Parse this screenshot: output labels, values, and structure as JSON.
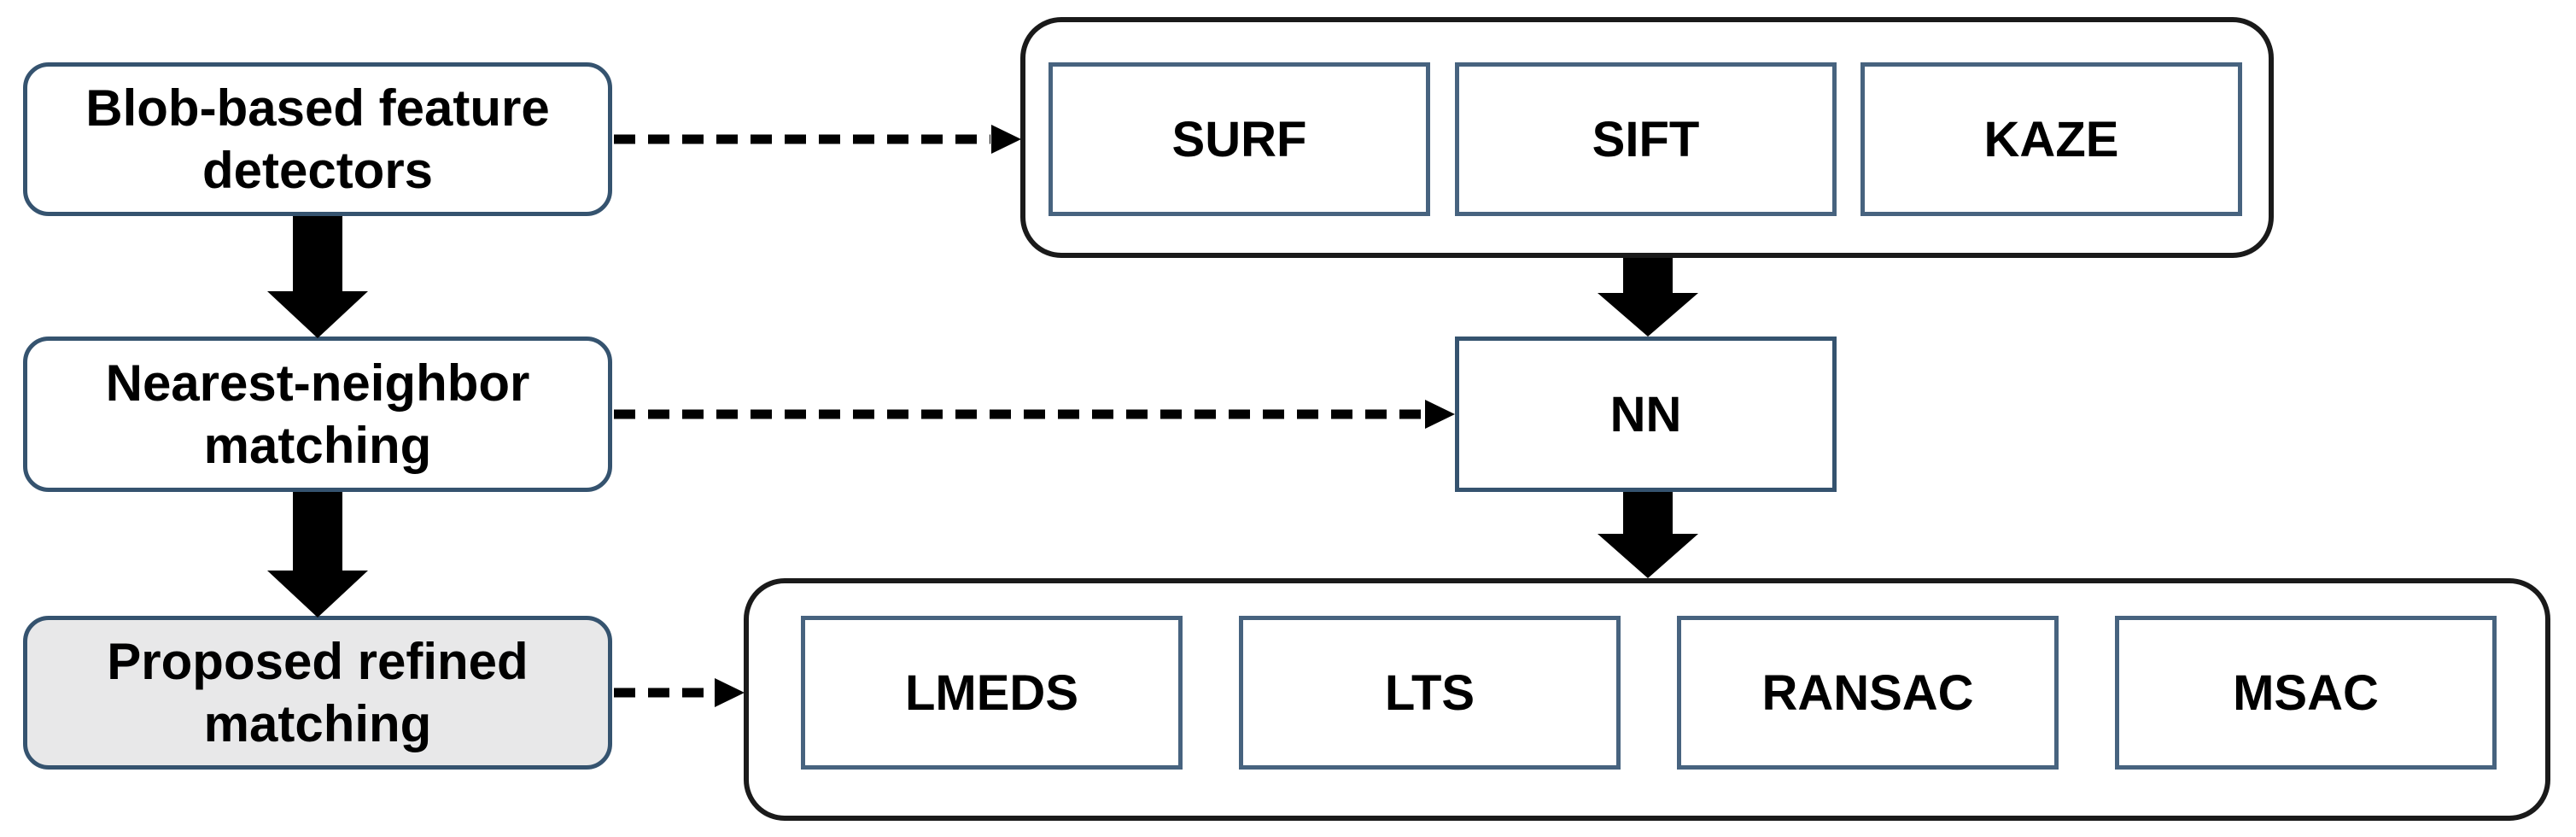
{
  "colors": {
    "background": "#ffffff",
    "box_fill": "#ffffff",
    "highlight_fill": "#e8e8e9",
    "stage_border": "#35536f",
    "algo_border": "#47637f",
    "group_border": "#1a1a1a",
    "arrow": "#000000",
    "text": "#000000"
  },
  "flow": {
    "stages": [
      {
        "label": "Blob-based feature\ndetectors",
        "highlighted": false
      },
      {
        "label": "Nearest-neighbor\nmatching",
        "highlighted": false
      },
      {
        "label": "Proposed refined\nmatching",
        "highlighted": true
      }
    ],
    "detector_group": {
      "items": [
        "SURF",
        "SIFT",
        "KAZE"
      ]
    },
    "matching_node": {
      "label": "NN"
    },
    "refinement_group": {
      "items": [
        "LMEDS",
        "LTS",
        "RANSAC",
        "MSAC"
      ]
    }
  }
}
